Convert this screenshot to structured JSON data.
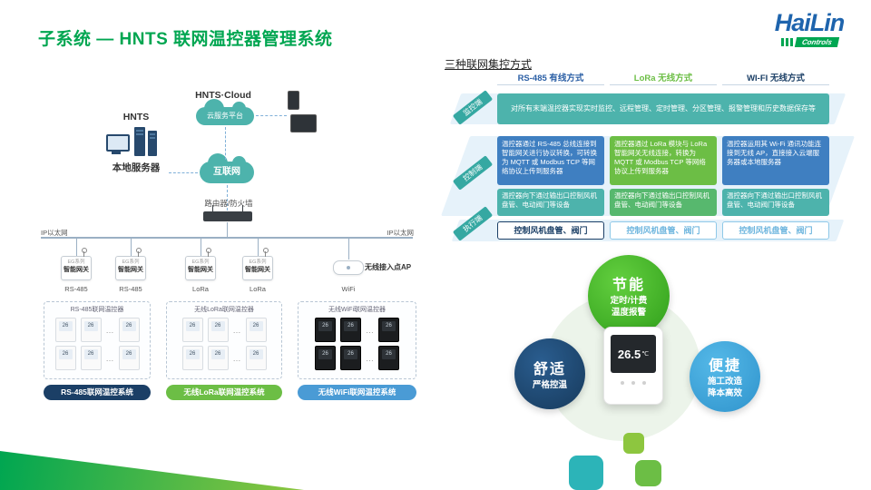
{
  "slide": {
    "title": "子系统 — HNTS 联网温控器管理系统"
  },
  "logo": {
    "brand": "HaiLin",
    "sub": "Controls"
  },
  "diagram": {
    "cloud_title": "HNTS·Cloud",
    "cloud_platform": "云服务平台",
    "server_title": "HNTS",
    "server_label": "本地服务器",
    "internet": "互联网",
    "router": "路由器/防火墙",
    "ethernet_left": "IP以太网",
    "ethernet_right": "IP以太网",
    "gateway_series": "EG系列",
    "gateway_label": "智能网关",
    "ap_label": "无线接入点AP",
    "bus1": "RS-485",
    "bus2": "RS-485",
    "bus3": "LoRa",
    "bus4": "LoRa",
    "bus5": "WiFi",
    "tile_temp": "26",
    "tile_ellipsis": "…",
    "groups": [
      {
        "header": "RS-485联网温控器",
        "pill": "RS-485联网温控系统"
      },
      {
        "header": "无线LoRa联网温控器",
        "pill": "无线LoRa联网温控系统"
      },
      {
        "header": "无线WiFi联网温控器",
        "pill": "无线WiFi联网温控系统"
      }
    ]
  },
  "table": {
    "title": "三种联网集控方式",
    "col1": "RS-485 有线方式",
    "col2": "LoRa 无线方式",
    "col3": "WI-FI 无线方式",
    "row1_label": "监控端",
    "row2_label": "控制端",
    "row3_label": "执行端",
    "monitor": "对所有末端温控器实现实时监控、远程管理、定时管理、分区管理、报警管理和历史数据保存等",
    "ctrl1_main": "温控器通过 RS-485 总线连接到智能网关进行协议转换，可转换为 MQTT 或 Modbus TCP 等网络协议上传到服务器",
    "ctrl1_sub": "温控器向下通过输出口控制风机盘管、电动阀门等设备",
    "ctrl2_main": "温控器通过 LoRa 模块与 LoRa 智能网关无线连接，转换为 MQTT 或 Modbus TCP 等网络协议上传到服务器",
    "ctrl2_sub": "温控器向下通过输出口控制风机盘管、电动阀门等设备",
    "ctrl3_main": "温控器运用其 Wi-Fi 通讯功能连接到无线 AP，直接接入云端服务器或本地服务器",
    "ctrl3_sub": "温控器向下通过输出口控制风机盘管、电动阀门等设备",
    "exec1": "控制风机盘管、阀门",
    "exec2": "控制风机盘管、阀门",
    "exec3": "控制风机盘管、阀门"
  },
  "features": {
    "f1_title": "节能",
    "f1_line1": "定时/计费",
    "f1_line2": "温度报警",
    "f2_title": "舒适",
    "f2_line1": "严格控温",
    "f3_title": "便捷",
    "f3_line1": "施工改造",
    "f3_line2": "降本高效"
  },
  "thermostat": {
    "temp": "26.5",
    "unit": "℃"
  }
}
